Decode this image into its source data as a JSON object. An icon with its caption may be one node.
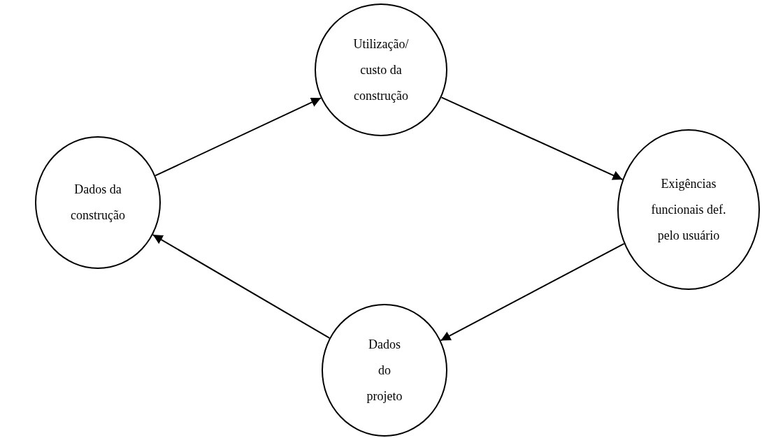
{
  "diagram": {
    "nodes": [
      {
        "text": [
          "Utilização/ custo da construção"
        ]
      },
      {
        "text": [
          "Dados da construção"
        ]
      },
      {
        "text": [
          "Exigências funcionais def. pelo usuário"
        ]
      },
      {
        "text": [
          "Dados do projeto"
        ]
      }
    ],
    "edges": [
      {
        "from": 1,
        "to": 0,
        "arrow": "to"
      },
      {
        "from": 0,
        "to": 2,
        "arrow": "to"
      },
      {
        "from": 2,
        "to": 3,
        "arrow": "to"
      },
      {
        "from": 3,
        "to": 1,
        "arrow": "to"
      }
    ]
  }
}
